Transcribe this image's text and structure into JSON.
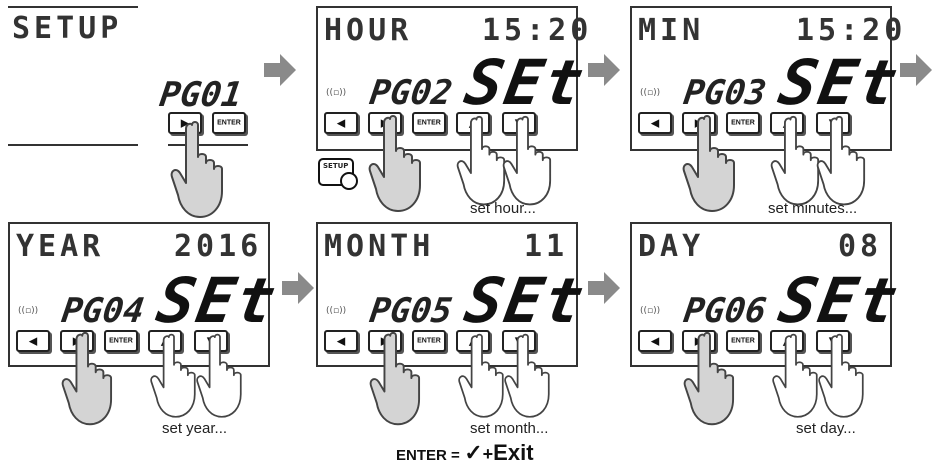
{
  "panels": [
    {
      "id": "setup",
      "title": "SETUP",
      "value": "",
      "page": "PG01",
      "set": ""
    },
    {
      "id": "hour",
      "title": "HOUR",
      "value": "15:20",
      "page": "PG02",
      "set": "SEt",
      "caption": "set hour..."
    },
    {
      "id": "min",
      "title": "MIN",
      "value": "15:20",
      "page": "PG03",
      "set": "SEt",
      "caption": "set minutes..."
    },
    {
      "id": "year",
      "title": "YEAR",
      "value": "2016",
      "page": "PG04",
      "set": "SEt",
      "caption": "set year..."
    },
    {
      "id": "month",
      "title": "MONTH",
      "value": "11",
      "page": "PG05",
      "set": "SEt",
      "caption": "set month..."
    },
    {
      "id": "day",
      "title": "DAY",
      "value": "08",
      "page": "PG06",
      "set": "SEt",
      "caption": "set day..."
    }
  ],
  "buttons": {
    "left_icon": "◀",
    "right_icon": "▶",
    "enter_label": "ENTER",
    "up_icon": "▲",
    "down_icon": "▼"
  },
  "setup_key_label": "SETUP",
  "footer": {
    "prefix": "ENTER =",
    "check": "✓",
    "plus": "+",
    "exit": "Exit"
  },
  "colors": {
    "arrow": "#8a8a8a",
    "hand_active": "#d4d4d4",
    "hand_inactive": "#ffffff",
    "outline": "#333333"
  }
}
